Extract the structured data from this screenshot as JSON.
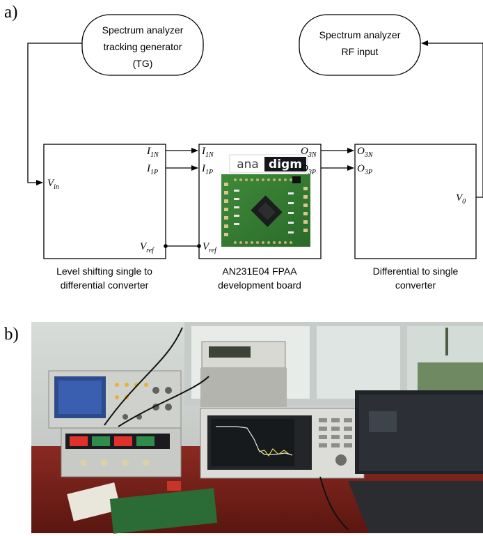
{
  "panel_a": {
    "label": "a)",
    "tg_node": {
      "line1": "Spectrum analyzer",
      "line2": "tracking generator",
      "line3": "(TG)"
    },
    "rf_node": {
      "line1": "Spectrum analyzer",
      "line2": "RF input"
    },
    "level_shifter": {
      "terminals": {
        "in": {
          "base": "V",
          "sub": "in"
        },
        "i1n": {
          "base": "I",
          "sub": "1N"
        },
        "i1p": {
          "base": "I",
          "sub": "1P"
        },
        "vref": {
          "base": "V",
          "sub": "ref"
        }
      },
      "caption_line1": "Level shifting single to",
      "caption_line2": "differential converter"
    },
    "fpaa_board": {
      "terminals": {
        "i1n": {
          "base": "I",
          "sub": "1N"
        },
        "i1p": {
          "base": "I",
          "sub": "1P"
        },
        "vref": {
          "base": "V",
          "sub": "ref"
        },
        "o3n": {
          "base": "O",
          "sub": "3N"
        },
        "o3p": {
          "base": "O",
          "sub": "3P"
        }
      },
      "logo_left": "ana",
      "logo_right": "digm",
      "caption_line1": "AN231E04 FPAA",
      "caption_line2": "development board"
    },
    "diff_to_single": {
      "terminals": {
        "o3n": {
          "base": "O",
          "sub": "3N"
        },
        "o3p": {
          "base": "O",
          "sub": "3P"
        },
        "v0": {
          "base": "V",
          "sub": "0"
        }
      },
      "caption_line1": "Differential to single",
      "caption_line2": "converter"
    }
  },
  "panel_b": {
    "label": "b)"
  }
}
